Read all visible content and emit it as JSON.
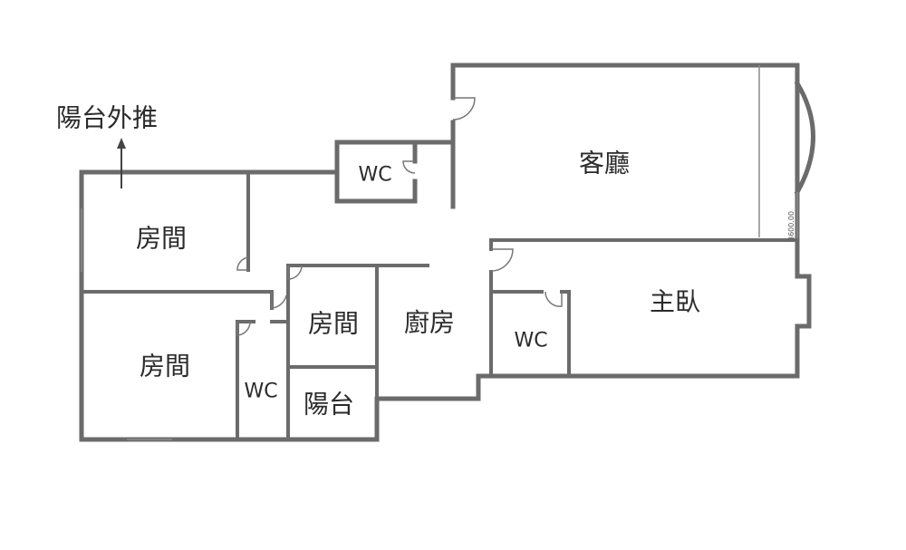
{
  "annotation": {
    "balcony_extension": "陽台外推"
  },
  "rooms": {
    "living_room": "客廳",
    "master_bedroom": "主臥",
    "kitchen": "廚房",
    "bedroom_top_left": "房間",
    "bedroom_bottom_left": "房間",
    "bedroom_small": "房間",
    "balcony": "陽台",
    "wc_top": "WC",
    "wc_left": "WC",
    "wc_master": "WC"
  },
  "dimension": {
    "text": "3600.00"
  }
}
